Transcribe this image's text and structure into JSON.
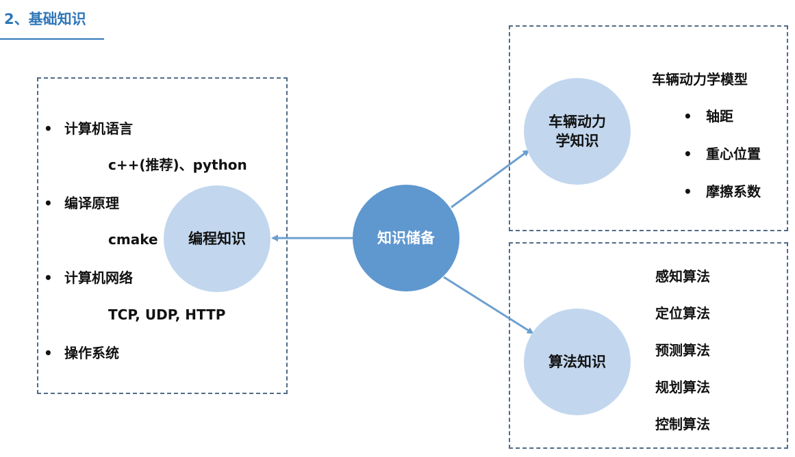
{
  "section_title": "2、基础知识",
  "center_node": "知识储备",
  "left": {
    "node": "编程知识",
    "items": [
      {
        "bullet": true,
        "text": "计算机语言"
      },
      {
        "bullet": false,
        "text": "c++(推荐)、python"
      },
      {
        "bullet": true,
        "text": "编译原理"
      },
      {
        "bullet": false,
        "text": "cmake"
      },
      {
        "bullet": true,
        "text": "计算机网络"
      },
      {
        "bullet": false,
        "text": "TCP, UDP, HTTP"
      },
      {
        "bullet": true,
        "text": "操作系统"
      }
    ]
  },
  "top_right": {
    "node_line1": "车辆动力",
    "node_line2": "学知识",
    "heading": "车辆动力学模型",
    "items": [
      "轴距",
      "重心位置",
      "摩擦系数"
    ]
  },
  "bottom_right": {
    "node": "算法知识",
    "items": [
      "感知算法",
      "定位算法",
      "预测算法",
      "规划算法",
      "控制算法"
    ]
  },
  "bullet_glyph": "•",
  "colors": {
    "title": "#2f76b8",
    "arrow": "#6c9fcf",
    "center_node": "#5f97cf",
    "light_node": "#c2d7ee",
    "dashed_border": "#4f6a86"
  }
}
